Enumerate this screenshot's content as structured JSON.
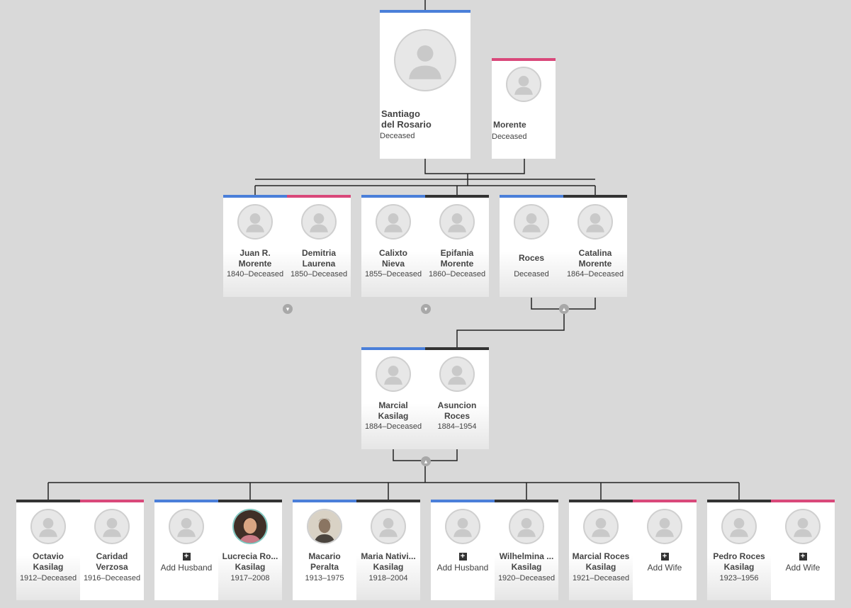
{
  "colors": {
    "male": "#4a7fd9",
    "female": "#d9487a",
    "background": "#d9d9d9"
  },
  "icons": {
    "silhouette_male": "person-male-icon",
    "silhouette_female": "person-female-icon",
    "expand": "chevron-down-icon",
    "collapse": "chevron-up-icon",
    "add": "plus-icon"
  },
  "gen1": {
    "santiago": {
      "first": "Santiago",
      "last": "del Rosario",
      "dates": "Deceased"
    },
    "morente": {
      "name": "Morente",
      "dates": "Deceased"
    }
  },
  "gen2": [
    {
      "husband": {
        "first": "Juan R.",
        "last": "Morente",
        "dates": "1840–Deceased"
      },
      "wife": {
        "first": "Demitria",
        "last": "Laurena",
        "dates": "1850–Deceased"
      }
    },
    {
      "husband": {
        "first": "Calixto",
        "last": "Nieva",
        "dates": "1855–Deceased"
      },
      "wife": {
        "first": "Epifania",
        "last": "Morente",
        "dates": "1860–Deceased"
      }
    },
    {
      "husband": {
        "first": "Roces",
        "last": "",
        "dates": "Deceased"
      },
      "wife": {
        "first": "Catalina",
        "last": "Morente",
        "dates": "1864–Deceased"
      }
    }
  ],
  "gen3": {
    "husband": {
      "first": "Marcial",
      "last": "Kasilag",
      "dates": "1884–Deceased"
    },
    "wife": {
      "first": "Asuncion",
      "last": "Roces",
      "dates": "1884–1954"
    }
  },
  "gen4": [
    {
      "left": {
        "first": "Octavio",
        "last": "Kasilag",
        "dates": "1912–Deceased"
      },
      "right": {
        "first": "Caridad",
        "last": "Verzosa",
        "dates": "1916–Deceased"
      }
    },
    {
      "left": {
        "add": "Add Husband"
      },
      "right": {
        "first": "Lucrecia Ro...",
        "last": "Kasilag",
        "dates": "1917–2008"
      }
    },
    {
      "left": {
        "first": "Macario",
        "last": "Peralta",
        "dates": "1913–1975"
      },
      "right": {
        "first": "Maria Nativi...",
        "last": "Kasilag",
        "dates": "1918–2004"
      }
    },
    {
      "left": {
        "add": "Add Husband"
      },
      "right": {
        "first": "Wilhelmina ...",
        "last": "Kasilag",
        "dates": "1920–Deceased"
      }
    },
    {
      "left": {
        "first": "Marcial Roces",
        "last": "Kasilag",
        "dates": "1921–Deceased"
      },
      "right": {
        "add": "Add Wife"
      }
    },
    {
      "left": {
        "first": "Pedro Roces",
        "last": "Kasilag",
        "dates": "1923–1956"
      },
      "right": {
        "add": "Add Wife"
      }
    }
  ]
}
